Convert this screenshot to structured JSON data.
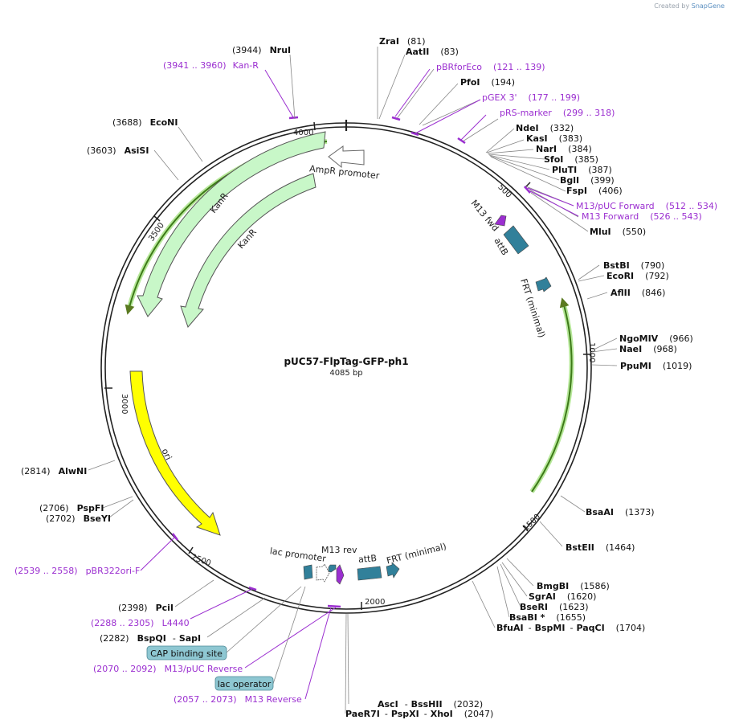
{
  "credit": {
    "created_by": "Created by",
    "brand": "SnapGene"
  },
  "plasmid": {
    "name": "pUC57-FlpTag-GFP-ph1",
    "length": "4085 bp"
  },
  "ticks": [
    "500",
    "1000",
    "1500",
    "2000",
    "2500",
    "3000",
    "3500",
    "4000"
  ],
  "features": {
    "ampr_promoter": "AmpR promoter",
    "kanr_outer": "KanR",
    "kanr_inner": "KanR",
    "ori": "ori",
    "m13_fwd": "M13 fwd",
    "attb_top": "attB",
    "frt_minimal_right": "FRT (minimal)",
    "lac_promoter": "lac promoter",
    "m13_rev": "M13 rev",
    "attb_bottom": "attB",
    "frt_minimal_bottom": "FRT (minimal)"
  },
  "sites_right": [
    {
      "name": "ZraI",
      "pos": "(81)"
    },
    {
      "name": "AatII",
      "pos": "(83)"
    },
    {
      "name": "PfoI",
      "pos": "(194)"
    },
    {
      "name": "NdeI",
      "pos": "(332)"
    },
    {
      "name": "KasI",
      "pos": "(383)"
    },
    {
      "name": "NarI",
      "pos": "(384)"
    },
    {
      "name": "SfoI",
      "pos": "(385)"
    },
    {
      "name": "PluTI",
      "pos": "(387)"
    },
    {
      "name": "BglI",
      "pos": "(399)"
    },
    {
      "name": "FspI",
      "pos": "(406)"
    },
    {
      "name": "MluI",
      "pos": "(550)"
    },
    {
      "name": "BstBI",
      "pos": "(790)"
    },
    {
      "name": "EcoRI",
      "pos": "(792)"
    },
    {
      "name": "AflII",
      "pos": "(846)"
    },
    {
      "name": "NgoMIV",
      "pos": "(966)"
    },
    {
      "name": "NaeI",
      "pos": "(968)"
    },
    {
      "name": "PpuMI",
      "pos": "(1019)"
    },
    {
      "name": "BsaAI",
      "pos": "(1373)"
    },
    {
      "name": "BstEII",
      "pos": "(1464)"
    },
    {
      "name": "BmgBI",
      "pos": "(1586)"
    },
    {
      "name": "SgrAI",
      "pos": "(1620)"
    },
    {
      "name": "BseRI",
      "pos": "(1623)"
    },
    {
      "name": "BsaBI *",
      "pos": "(1655)"
    }
  ],
  "primers_right": [
    {
      "name": "pBRforEco",
      "pos": "(121 .. 139)"
    },
    {
      "name": "pGEX 3'",
      "pos": "(177 .. 199)"
    },
    {
      "name": "pRS-marker",
      "pos": "(299 .. 318)"
    },
    {
      "name": "M13/pUC Forward",
      "pos": "(512 .. 534)"
    },
    {
      "name": "M13 Forward",
      "pos": "(526 .. 543)"
    }
  ],
  "bottom_sites": {
    "bfuai": "BfuAI",
    "bspmi": "BspMI",
    "paqci": "PaqCI",
    "bfuai_pos": "(1704)",
    "asci": "AscI",
    "bsshii": "BssHII",
    "asci_pos": "(2032)",
    "paer7i": "PaeR7I",
    "pspxi": "PspXI",
    "xhoi": "XhoI",
    "paer7i_pos": "(2047)",
    "dash": "-"
  },
  "sites_left": [
    {
      "name": "NruI",
      "pos": "(3944)"
    },
    {
      "name": "EcoNI",
      "pos": "(3688)"
    },
    {
      "name": "AsiSI",
      "pos": "(3603)"
    },
    {
      "name": "AlwNI",
      "pos": "(2814)"
    },
    {
      "name": "PspFI",
      "pos": "(2706)"
    },
    {
      "name": "BseYI",
      "pos": "(2702)"
    },
    {
      "name": "PciI",
      "pos": "(2398)"
    },
    {
      "name": "BspQI",
      "pos": "(2282)"
    },
    {
      "name": "SapI",
      "pos": ""
    }
  ],
  "primers_left": [
    {
      "name": "Kan-R",
      "pos": "(3941 .. 3960)"
    },
    {
      "name": "pBR322ori-F",
      "pos": "(2539 .. 2558)"
    },
    {
      "name": "L4440",
      "pos": "(2288 .. 2305)"
    },
    {
      "name": "M13/pUC Reverse",
      "pos": "(2070 .. 2092)"
    },
    {
      "name": "M13 Reverse",
      "pos": "(2057 .. 2073)"
    }
  ],
  "boxed_features": {
    "cap_binding_site": "CAP binding site",
    "lac_operator": "lac operator"
  },
  "colors": {
    "backbone": "#222222",
    "primer": "#9b2fd0",
    "kanr": "#c8f7c8",
    "ori": "#ffff00",
    "feature_teal": "#31809a",
    "highlight_green": "#5ab82a",
    "box_fill": "#8ec7d2"
  }
}
